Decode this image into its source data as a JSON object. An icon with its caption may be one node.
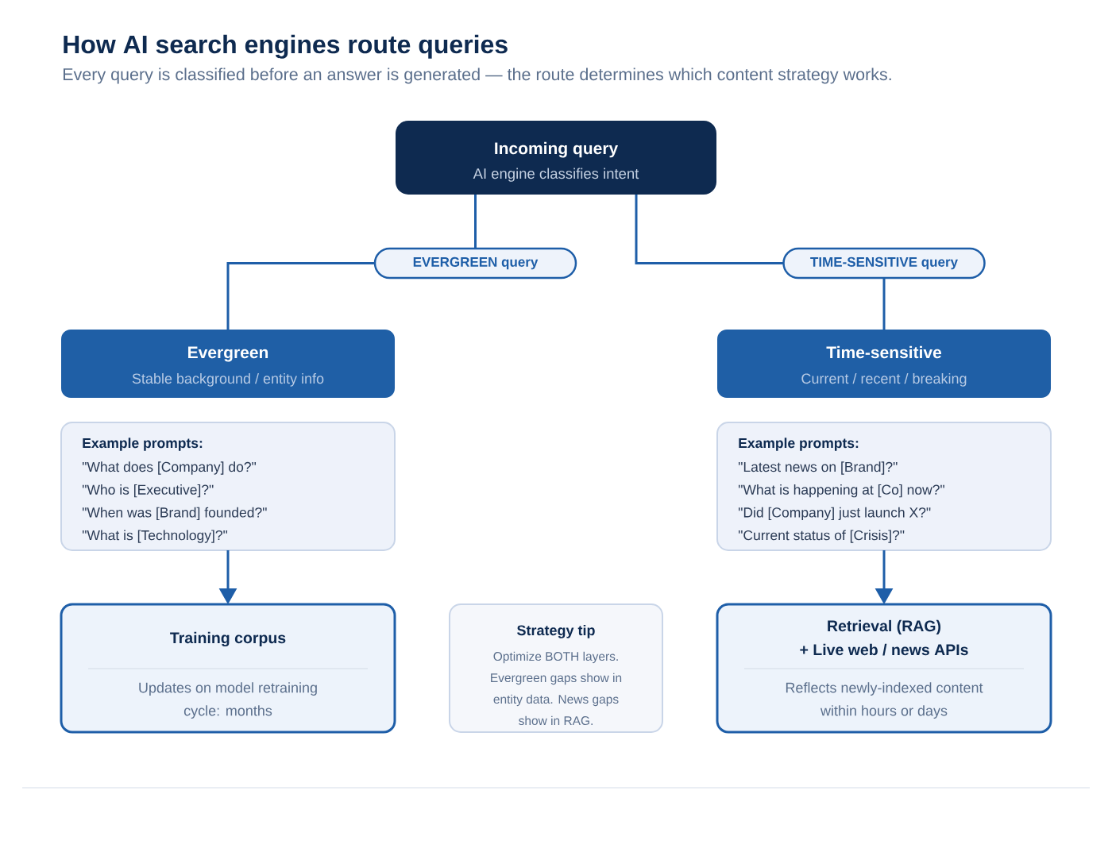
{
  "diagram": {
    "title": "How AI search engines route queries",
    "nodes": [
      {
        "text": [
          "Incoming query",
          "AI engine classifies intent"
        ]
      },
      {
        "text": [
          "EVERGREEN query"
        ]
      },
      {
        "text": [
          "TIME-SENSITIVE query"
        ]
      },
      {
        "text": [
          "Evergreen",
          "Stable background / entity info"
        ]
      },
      {
        "text": [
          "Time-sensitive",
          "Current / recent / breaking"
        ]
      },
      {
        "text": [
          "Example prompts:",
          "\"What does [Company] do?\"",
          "\"Who is [Executive]?\"",
          "\"When was [Brand] founded?\"",
          "\"What is [Technology]?\""
        ]
      },
      {
        "text": [
          "Example prompts:",
          "\"Latest news on [Brand]?\"",
          "\"What is happening at [Co] now?\"",
          "\"Did [Company] just launch X?\"",
          "\"Current status of [Crisis]?\""
        ]
      },
      {
        "text": [
          "Training corpus",
          "Updates on model retraining cycle: months"
        ]
      },
      {
        "text": [
          "Strategy tip",
          "Optimize BOTH layers. Evergreen gaps show in entity data. News gaps show in RAG."
        ]
      },
      {
        "text": [
          "Retrieval (RAG)",
          "+ Live web / news APIs",
          "Reflects newly-indexed content within hours or days"
        ]
      }
    ],
    "edges": [
      {
        "from": 0,
        "to": 1,
        "arrow": "none"
      },
      {
        "from": 1,
        "to": 3,
        "arrow": "none"
      },
      {
        "from": 0,
        "to": 2,
        "arrow": "none"
      },
      {
        "from": 2,
        "to": 4,
        "arrow": "none"
      },
      {
        "from": 5,
        "to": 7,
        "arrow": "to"
      },
      {
        "from": 6,
        "to": 9,
        "arrow": "to"
      }
    ],
    "labels": [
      "Every query is classified before an answer is generated — the route determines which content strategy works."
    ]
  }
}
